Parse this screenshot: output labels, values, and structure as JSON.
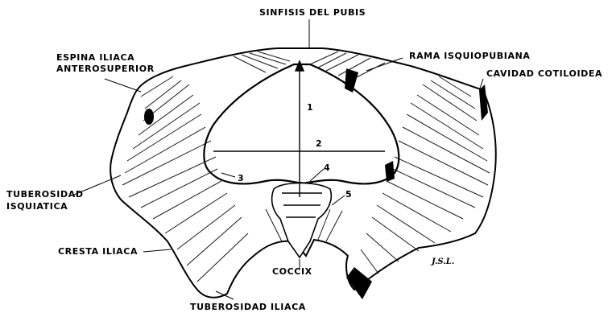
{
  "labels": {
    "sinfisis": "SINFISIS DEL PUBIS",
    "espina_line1": "ESPINA ILIACA",
    "espina_line2": "ANTEROSUPERIOR",
    "rama": "RAMA ISQUIOPUBIANA",
    "cavidad": "CAVIDAD COTILOIDEA",
    "tuberosidad_isq_line1": "TUBEROSIDAD",
    "tuberosidad_isq_line2": "ISQUIATICA",
    "cresta": "CRESTA ILIACA",
    "coccix": "COCCIX",
    "tuberosidad_iliaca": "TUBEROSIDAD ILIACA"
  },
  "numbers": {
    "n1": "1",
    "n2": "2",
    "n3": "3",
    "n4": "4",
    "n5": "5"
  },
  "signature": "J.S.L.",
  "colors": {
    "ink": "#000000",
    "background": "#ffffff"
  }
}
